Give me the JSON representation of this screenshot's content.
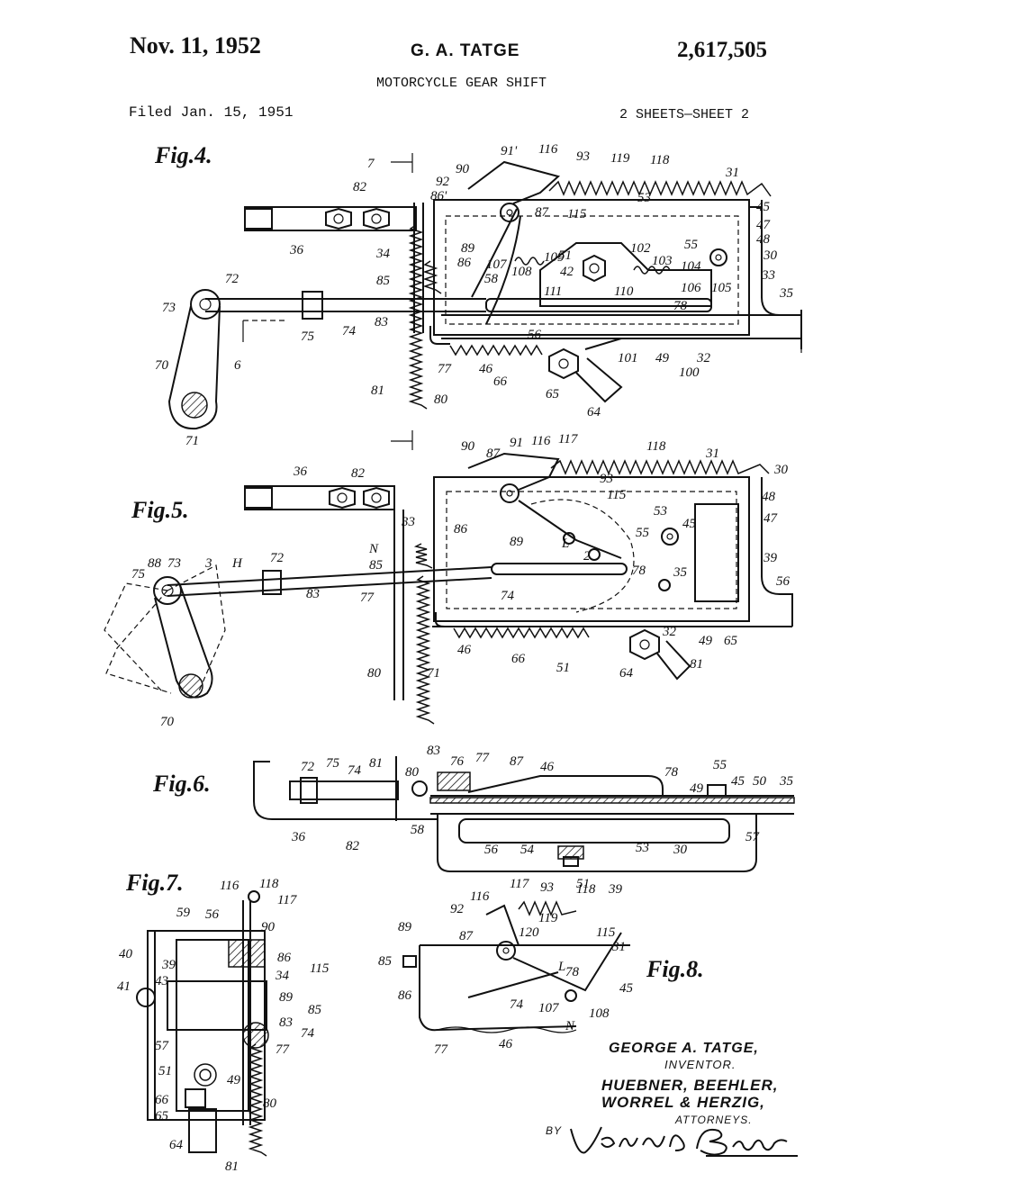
{
  "header": {
    "date": "Nov. 11, 1952",
    "inventor": "G. A. TATGE",
    "patent_number": "2,617,505",
    "title": "MOTORCYCLE GEAR SHIFT",
    "filed": "Filed Jan. 15, 1951",
    "sheets": "2 SHEETS—SHEET 2"
  },
  "figures": {
    "fig4": "Fig.4.",
    "fig5": "Fig.5.",
    "fig6": "Fig.6.",
    "fig7": "Fig.7.",
    "fig8": "Fig.8."
  },
  "signature": {
    "inventor": "GEORGE A. TATGE,",
    "inventor_role": "INVENTOR.",
    "firm_line1": "HUEBNER, BEEHLER,",
    "firm_line2": "WORREL & HERZIG,",
    "attorneys": "ATTORNEYS.",
    "by": "BY"
  },
  "reference_numerals": {
    "fig4": [
      "91'",
      "116",
      "93",
      "119",
      "118",
      "31",
      "90",
      "92",
      "86'",
      "82",
      "87",
      "115",
      "53",
      "45",
      "47",
      "48",
      "36",
      "34",
      "89",
      "86",
      "107",
      "109",
      "51",
      "42",
      "102",
      "103",
      "104",
      "55",
      "30",
      "33",
      "85",
      "58",
      "108",
      "111",
      "110",
      "106",
      "105",
      "35",
      "72",
      "73",
      "75",
      "74",
      "83",
      "78",
      "56",
      "70",
      "6",
      "77",
      "46",
      "66",
      "65",
      "101",
      "49",
      "32",
      "100",
      "81",
      "80",
      "64",
      "71",
      "7"
    ],
    "fig5": [
      "90",
      "87",
      "91",
      "116",
      "117",
      "118",
      "31",
      "30",
      "36",
      "82",
      "93",
      "115",
      "48",
      "86",
      "53",
      "55",
      "45",
      "47",
      "39",
      "33",
      "89",
      "L",
      "N",
      "85",
      "88",
      "73",
      "3",
      "H",
      "72",
      "75",
      "2",
      "78",
      "35",
      "56",
      "74",
      "83",
      "77",
      "46",
      "66",
      "51",
      "32",
      "49",
      "65",
      "64",
      "81",
      "80",
      "71",
      "70"
    ],
    "fig6": [
      "72",
      "75",
      "74",
      "81",
      "80",
      "83",
      "76",
      "77",
      "87",
      "46",
      "78",
      "55",
      "45",
      "50",
      "35",
      "49",
      "36",
      "82",
      "58",
      "56",
      "54",
      "53",
      "30",
      "57",
      "51",
      "39"
    ],
    "fig7": [
      "116",
      "118",
      "117",
      "90",
      "59",
      "56",
      "86",
      "40",
      "39",
      "115",
      "34",
      "43",
      "89",
      "85",
      "41",
      "83",
      "74",
      "77",
      "57",
      "49",
      "51",
      "80",
      "66",
      "65",
      "64",
      "81"
    ],
    "fig8": [
      "116",
      "117",
      "93",
      "118",
      "92",
      "119",
      "120",
      "115",
      "89",
      "87",
      "31",
      "85",
      "L",
      "78",
      "45",
      "86",
      "107",
      "108",
      "74",
      "N",
      "77",
      "46"
    ]
  }
}
